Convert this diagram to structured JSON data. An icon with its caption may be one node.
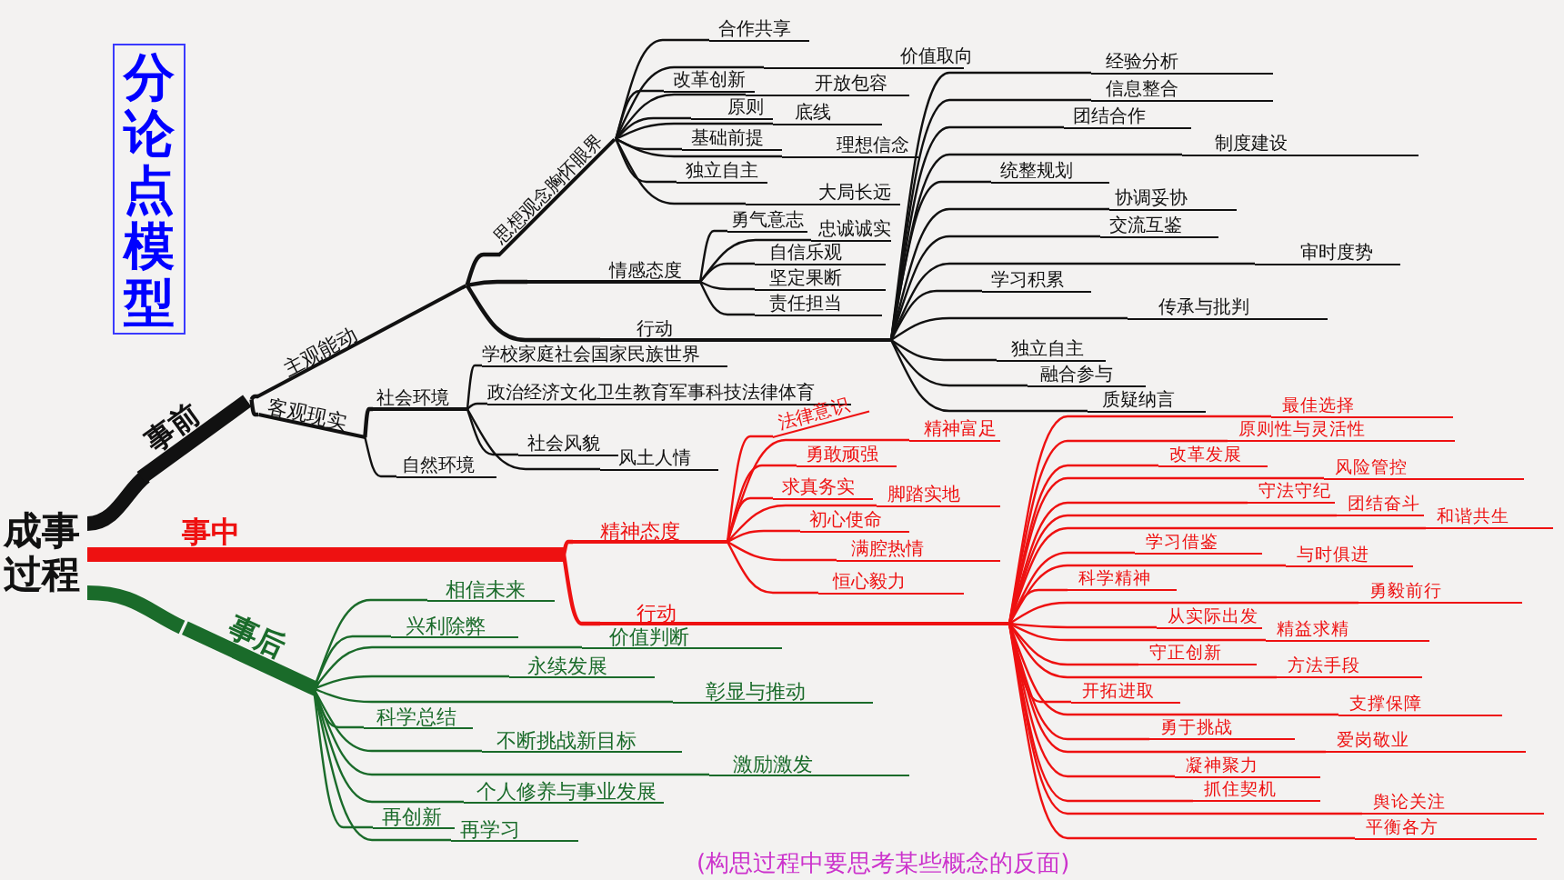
{
  "diagram": {
    "nodes": [
      {
        "text": [
          "分论点模型"
        ]
      },
      {
        "text": [
          "成事过程"
        ]
      },
      {
        "text": [
          "事前"
        ]
      },
      {
        "text": [
          "主观能动"
        ]
      },
      {
        "text": [
          "思想观念胸怀眼界"
        ]
      },
      {
        "text": [
          "合作共享"
        ]
      },
      {
        "text": [
          "价值取向"
        ]
      },
      {
        "text": [
          "改革创新"
        ]
      },
      {
        "text": [
          "开放包容"
        ]
      },
      {
        "text": [
          "原则"
        ]
      },
      {
        "text": [
          "底线"
        ]
      },
      {
        "text": [
          "基础前提"
        ]
      },
      {
        "text": [
          "理想信念"
        ]
      },
      {
        "text": [
          "独立自主"
        ]
      },
      {
        "text": [
          "大局长远"
        ]
      },
      {
        "text": [
          "情感态度"
        ]
      },
      {
        "text": [
          "勇气意志"
        ]
      },
      {
        "text": [
          "忠诚诚实"
        ]
      },
      {
        "text": [
          "自信乐观"
        ]
      },
      {
        "text": [
          "坚定果断"
        ]
      },
      {
        "text": [
          "责任担当"
        ]
      },
      {
        "text": [
          "行动"
        ]
      },
      {
        "text": [
          "经验分析"
        ]
      },
      {
        "text": [
          "信息整合"
        ]
      },
      {
        "text": [
          "团结合作"
        ]
      },
      {
        "text": [
          "制度建设"
        ]
      },
      {
        "text": [
          "统整规划"
        ]
      },
      {
        "text": [
          "协调妥协"
        ]
      },
      {
        "text": [
          "交流互鉴"
        ]
      },
      {
        "text": [
          "审时度势"
        ]
      },
      {
        "text": [
          "学习积累"
        ]
      },
      {
        "text": [
          "传承与批判"
        ]
      },
      {
        "text": [
          "独立自主"
        ]
      },
      {
        "text": [
          "融合参与"
        ]
      },
      {
        "text": [
          "质疑纳言"
        ]
      },
      {
        "text": [
          "客观现实"
        ]
      },
      {
        "text": [
          "社会环境"
        ]
      },
      {
        "text": [
          "学校家庭社会国家民族世界"
        ]
      },
      {
        "text": [
          "政治经济文化卫生教育军事科技法律体育"
        ]
      },
      {
        "text": [
          "社会风貌"
        ]
      },
      {
        "text": [
          "风土人情"
        ]
      },
      {
        "text": [
          "自然环境"
        ]
      },
      {
        "text": [
          "事中"
        ]
      },
      {
        "text": [
          "精神态度"
        ]
      },
      {
        "text": [
          "法律意识"
        ]
      },
      {
        "text": [
          "勇敢顽强"
        ]
      },
      {
        "text": [
          "精神富足"
        ]
      },
      {
        "text": [
          "求真务实"
        ]
      },
      {
        "text": [
          "脚踏实地"
        ]
      },
      {
        "text": [
          "初心使命"
        ]
      },
      {
        "text": [
          "满腔热情"
        ]
      },
      {
        "text": [
          "恒心毅力"
        ]
      },
      {
        "text": [
          "行动"
        ]
      },
      {
        "text": [
          "最佳选择"
        ]
      },
      {
        "text": [
          "原则性与灵活性"
        ]
      },
      {
        "text": [
          "改革发展"
        ]
      },
      {
        "text": [
          "风险管控"
        ]
      },
      {
        "text": [
          "守法守纪"
        ]
      },
      {
        "text": [
          "团结奋斗"
        ]
      },
      {
        "text": [
          "和谐共生"
        ]
      },
      {
        "text": [
          "学习借鉴"
        ]
      },
      {
        "text": [
          "与时俱进"
        ]
      },
      {
        "text": [
          "科学精神"
        ]
      },
      {
        "text": [
          "勇毅前行"
        ]
      },
      {
        "text": [
          "从实际出发"
        ]
      },
      {
        "text": [
          "精益求精"
        ]
      },
      {
        "text": [
          "守正创新"
        ]
      },
      {
        "text": [
          "方法手段"
        ]
      },
      {
        "text": [
          "开拓进取"
        ]
      },
      {
        "text": [
          "支撑保障"
        ]
      },
      {
        "text": [
          "勇于挑战"
        ]
      },
      {
        "text": [
          "爱岗敬业"
        ]
      },
      {
        "text": [
          "凝神聚力"
        ]
      },
      {
        "text": [
          "抓住契机"
        ]
      },
      {
        "text": [
          "舆论关注"
        ]
      },
      {
        "text": [
          "平衡各方"
        ]
      },
      {
        "text": [
          "事后"
        ]
      },
      {
        "text": [
          "相信未来"
        ]
      },
      {
        "text": [
          "兴利除弊"
        ]
      },
      {
        "text": [
          "价值判断"
        ]
      },
      {
        "text": [
          "永续发展"
        ]
      },
      {
        "text": [
          "彰显与推动"
        ]
      },
      {
        "text": [
          "科学总结"
        ]
      },
      {
        "text": [
          "不断挑战新目标"
        ]
      },
      {
        "text": [
          "激励激发"
        ]
      },
      {
        "text": [
          "个人修养与事业发展"
        ]
      },
      {
        "text": [
          "再创新"
        ]
      },
      {
        "text": [
          "再学习"
        ]
      }
    ],
    "edges": [
      {
        "from": 1,
        "to": 2,
        "arrow": "none",
        "style": "thick"
      },
      {
        "from": 1,
        "to": 42,
        "arrow": "none",
        "style": "thick",
        "color": "#ee1111"
      },
      {
        "from": 1,
        "to": 76,
        "arrow": "none",
        "style": "thick",
        "color": "#1a6b2a"
      },
      {
        "from": 2,
        "to": 3,
        "arrow": "none"
      },
      {
        "from": 2,
        "to": 35,
        "arrow": "none"
      },
      {
        "from": 3,
        "to": 4,
        "arrow": "none"
      },
      {
        "from": 3,
        "to": 15,
        "arrow": "none"
      },
      {
        "from": 3,
        "to": 21,
        "arrow": "none"
      },
      {
        "from": 4,
        "to": 5,
        "arrow": "none"
      },
      {
        "from": 4,
        "to": 6,
        "arrow": "none"
      },
      {
        "from": 4,
        "to": 7,
        "arrow": "none"
      },
      {
        "from": 4,
        "to": 8,
        "arrow": "none"
      },
      {
        "from": 4,
        "to": 9,
        "arrow": "none"
      },
      {
        "from": 4,
        "to": 10,
        "arrow": "none"
      },
      {
        "from": 4,
        "to": 11,
        "arrow": "none"
      },
      {
        "from": 4,
        "to": 12,
        "arrow": "none"
      },
      {
        "from": 4,
        "to": 13,
        "arrow": "none"
      },
      {
        "from": 4,
        "to": 14,
        "arrow": "none"
      },
      {
        "from": 15,
        "to": 16,
        "arrow": "none"
      },
      {
        "from": 15,
        "to": 17,
        "arrow": "none"
      },
      {
        "from": 15,
        "to": 18,
        "arrow": "none"
      },
      {
        "from": 15,
        "to": 19,
        "arrow": "none"
      },
      {
        "from": 15,
        "to": 20,
        "arrow": "none"
      },
      {
        "from": 21,
        "to": 22,
        "arrow": "none"
      },
      {
        "from": 21,
        "to": 23,
        "arrow": "none"
      },
      {
        "from": 21,
        "to": 24,
        "arrow": "none"
      },
      {
        "from": 21,
        "to": 25,
        "arrow": "none"
      },
      {
        "from": 21,
        "to": 26,
        "arrow": "none"
      },
      {
        "from": 21,
        "to": 27,
        "arrow": "none"
      },
      {
        "from": 21,
        "to": 28,
        "arrow": "none"
      },
      {
        "from": 21,
        "to": 29,
        "arrow": "none"
      },
      {
        "from": 21,
        "to": 30,
        "arrow": "none"
      },
      {
        "from": 21,
        "to": 31,
        "arrow": "none"
      },
      {
        "from": 21,
        "to": 32,
        "arrow": "none"
      },
      {
        "from": 21,
        "to": 33,
        "arrow": "none"
      },
      {
        "from": 21,
        "to": 34,
        "arrow": "none"
      },
      {
        "from": 35,
        "to": 36,
        "arrow": "none"
      },
      {
        "from": 35,
        "to": 41,
        "arrow": "none"
      },
      {
        "from": 36,
        "to": 37,
        "arrow": "none"
      },
      {
        "from": 36,
        "to": 38,
        "arrow": "none"
      },
      {
        "from": 36,
        "to": 39,
        "arrow": "none"
      },
      {
        "from": 36,
        "to": 40,
        "arrow": "none"
      },
      {
        "from": 42,
        "to": 43,
        "arrow": "none",
        "color": "#ee1111"
      },
      {
        "from": 42,
        "to": 52,
        "arrow": "none",
        "color": "#ee1111"
      },
      {
        "from": 43,
        "to": 44,
        "arrow": "none",
        "color": "#ee1111"
      },
      {
        "from": 43,
        "to": 45,
        "arrow": "none",
        "color": "#ee1111"
      },
      {
        "from": 43,
        "to": 46,
        "arrow": "none",
        "color": "#ee1111"
      },
      {
        "from": 43,
        "to": 47,
        "arrow": "none",
        "color": "#ee1111"
      },
      {
        "from": 43,
        "to": 48,
        "arrow": "none",
        "color": "#ee1111"
      },
      {
        "from": 43,
        "to": 49,
        "arrow": "none",
        "color": "#ee1111"
      },
      {
        "from": 43,
        "to": 50,
        "arrow": "none",
        "color": "#ee1111"
      },
      {
        "from": 43,
        "to": 51,
        "arrow": "none",
        "color": "#ee1111"
      },
      {
        "from": 52,
        "to": 53,
        "arrow": "none",
        "color": "#ee1111"
      },
      {
        "from": 52,
        "to": 54,
        "arrow": "none",
        "color": "#ee1111"
      },
      {
        "from": 52,
        "to": 55,
        "arrow": "none",
        "color": "#ee1111"
      },
      {
        "from": 52,
        "to": 56,
        "arrow": "none",
        "color": "#ee1111"
      },
      {
        "from": 52,
        "to": 57,
        "arrow": "none",
        "color": "#ee1111"
      },
      {
        "from": 52,
        "to": 58,
        "arrow": "none",
        "color": "#ee1111"
      },
      {
        "from": 52,
        "to": 59,
        "arrow": "none",
        "color": "#ee1111"
      },
      {
        "from": 52,
        "to": 60,
        "arrow": "none",
        "color": "#ee1111"
      },
      {
        "from": 52,
        "to": 61,
        "arrow": "none",
        "color": "#ee1111"
      },
      {
        "from": 52,
        "to": 62,
        "arrow": "none",
        "color": "#ee1111"
      },
      {
        "from": 52,
        "to": 63,
        "arrow": "none",
        "color": "#ee1111"
      },
      {
        "from": 52,
        "to": 64,
        "arrow": "none",
        "color": "#ee1111"
      },
      {
        "from": 52,
        "to": 65,
        "arrow": "none",
        "color": "#ee1111"
      },
      {
        "from": 52,
        "to": 66,
        "arrow": "none",
        "color": "#ee1111"
      },
      {
        "from": 52,
        "to": 67,
        "arrow": "none",
        "color": "#ee1111"
      },
      {
        "from": 52,
        "to": 68,
        "arrow": "none",
        "color": "#ee1111"
      },
      {
        "from": 52,
        "to": 69,
        "arrow": "none",
        "color": "#ee1111"
      },
      {
        "from": 52,
        "to": 70,
        "arrow": "none",
        "color": "#ee1111"
      },
      {
        "from": 52,
        "to": 71,
        "arrow": "none",
        "color": "#ee1111"
      },
      {
        "from": 52,
        "to": 72,
        "arrow": "none",
        "color": "#ee1111"
      },
      {
        "from": 52,
        "to": 73,
        "arrow": "none",
        "color": "#ee1111"
      },
      {
        "from": 52,
        "to": 74,
        "arrow": "none",
        "color": "#ee1111"
      },
      {
        "from": 52,
        "to": 75,
        "arrow": "none",
        "color": "#ee1111"
      },
      {
        "from": 76,
        "to": 77,
        "arrow": "none",
        "color": "#1a6b2a"
      },
      {
        "from": 76,
        "to": 78,
        "arrow": "none",
        "color": "#1a6b2a"
      },
      {
        "from": 76,
        "to": 79,
        "arrow": "none",
        "color": "#1a6b2a"
      },
      {
        "from": 76,
        "to": 80,
        "arrow": "none",
        "color": "#1a6b2a"
      },
      {
        "from": 76,
        "to": 81,
        "arrow": "none",
        "color": "#1a6b2a"
      },
      {
        "from": 76,
        "to": 82,
        "arrow": "none",
        "color": "#1a6b2a"
      },
      {
        "from": 76,
        "to": 83,
        "arrow": "none",
        "color": "#1a6b2a"
      },
      {
        "from": 76,
        "to": 84,
        "arrow": "none",
        "color": "#1a6b2a"
      },
      {
        "from": 76,
        "to": 85,
        "arrow": "none",
        "color": "#1a6b2a"
      },
      {
        "from": 76,
        "to": 86,
        "arrow": "none",
        "color": "#1a6b2a"
      },
      {
        "from": 76,
        "to": 87,
        "arrow": "none",
        "color": "#1a6b2a"
      }
    ],
    "labels": [
      "(构思过程中要思考某些概念的反面)"
    ]
  }
}
